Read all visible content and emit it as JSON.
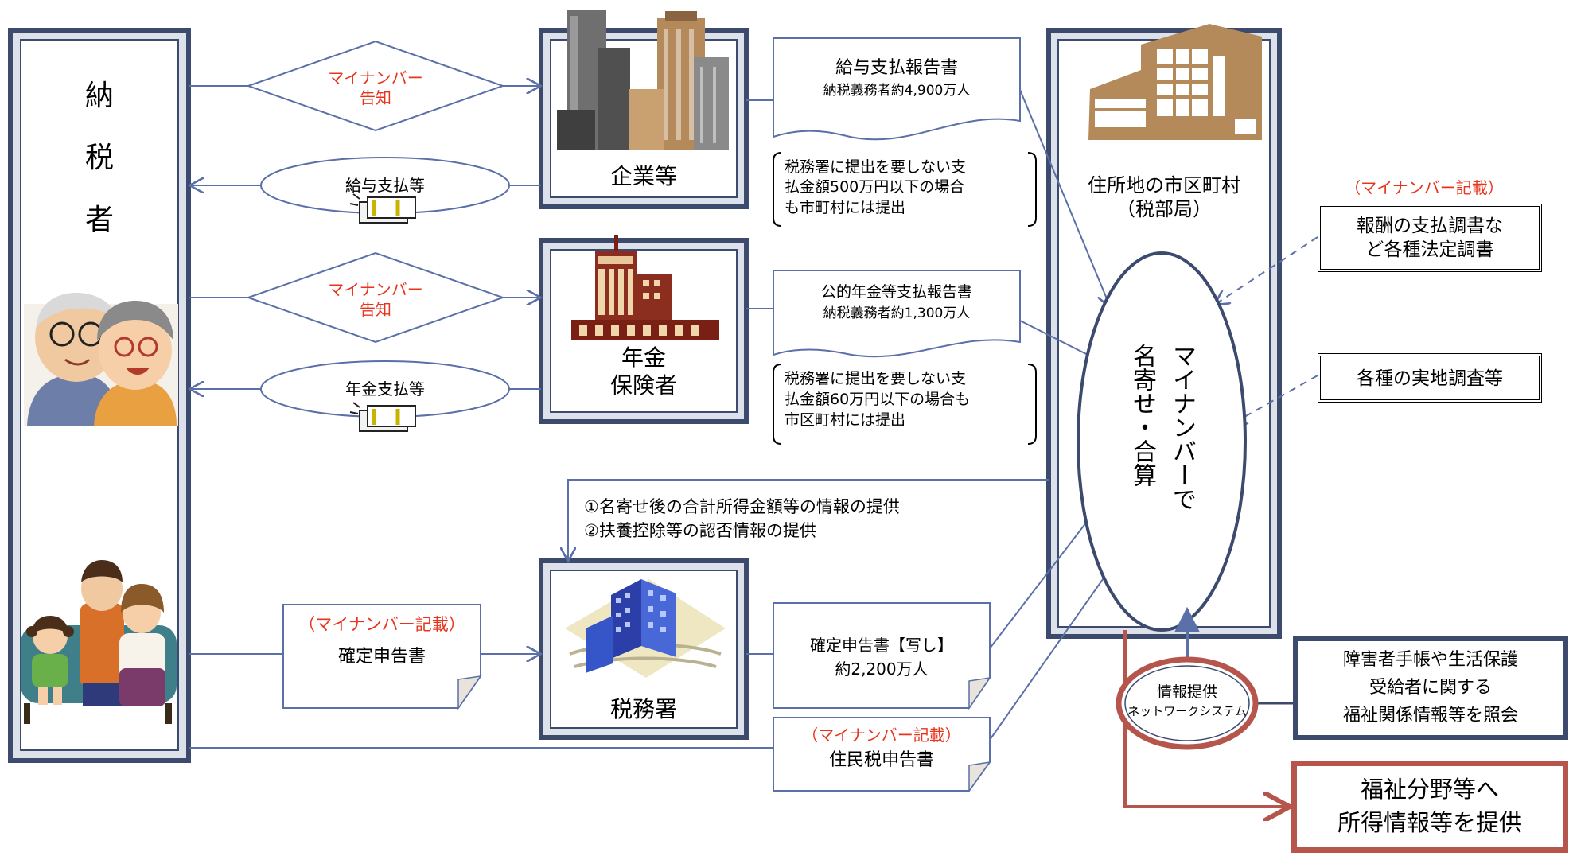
{
  "taxpayer": {
    "label_chars": [
      "納",
      "税",
      "者"
    ]
  },
  "flows": {
    "notice_top": {
      "line1": "マイナンバー",
      "line2": "告知"
    },
    "notice_mid": {
      "line1": "マイナンバー",
      "line2": "告知"
    },
    "salary_payment": "給与支払等",
    "pension_payment": "年金支払等"
  },
  "entities": {
    "company": "企業等",
    "pension_insurer": {
      "line1": "年金",
      "line2": "保険者"
    },
    "tax_office": "税務署",
    "municipality": {
      "line1": "住所地の市区町村",
      "line2": "（税部局）"
    }
  },
  "documents": {
    "salary_report": {
      "title": "給与支払報告書",
      "sub": "納税義務者約4,900万人"
    },
    "salary_note": {
      "line1": "税務署に提出を要しない支",
      "line2": "払金額500万円以下の場合",
      "line3": "も市町村には提出"
    },
    "pension_report": {
      "title": "公的年金等支払報告書",
      "sub": "納税義務者約1,300万人"
    },
    "pension_note": {
      "line1": "税務署に提出を要しない支",
      "line2": "払金額60万円以下の場合も",
      "line3": "市区町村には提出"
    },
    "final_return": {
      "tag": "（マイナンバー記載）",
      "title": "確定申告書"
    },
    "final_return_copy": {
      "line1": "確定申告書【写し】",
      "line2": "約2,200万人"
    },
    "resident_return": {
      "tag": "（マイナンバー記載）",
      "title": "住民税申告書"
    }
  },
  "info_provision": {
    "line1": "①名寄せ後の合計所得金額等の情報の提供",
    "line2": "②扶養控除等の認否情報の提供"
  },
  "matching": {
    "line1": "マイナンバーで",
    "line2": "名寄せ・合算"
  },
  "right_side": {
    "statutory_tag": "（マイナンバー記載）",
    "statutory": {
      "line1": "報酬の支払調書な",
      "line2": "ど各種法定調書"
    },
    "field_survey": "各種の実地調査等",
    "network": {
      "line1": "情報提供",
      "line2": "ネットワークシステム"
    },
    "welfare_inquiry": {
      "line1": "障害者手帳や生活保護",
      "line2": "受給者に関する",
      "line3": "福祉関係情報等を照会"
    },
    "welfare_provide": {
      "line1": "福祉分野等へ",
      "line2": "所得情報等を提供"
    }
  },
  "colors": {
    "arrow": "#5b6fa8",
    "frame": "#3c4a6e",
    "frame_fill": "#dde1ea",
    "red_text": "#e8341c",
    "red_frame": "#b5554c"
  },
  "icons": [
    "elderly-couple-icon",
    "family-icon",
    "skyscrapers-icon",
    "pension-building-icon",
    "tax-office-building-icon",
    "city-hall-icon",
    "banknote-bundle-icon"
  ]
}
